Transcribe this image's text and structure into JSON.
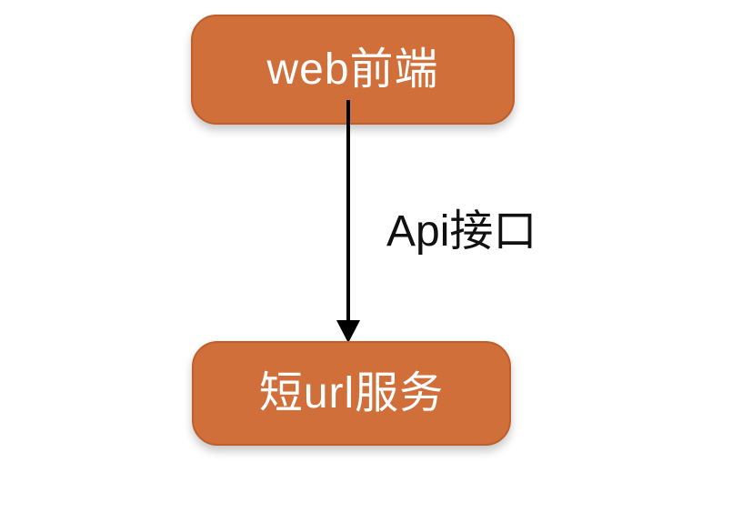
{
  "diagram": {
    "type": "flow-diagram",
    "direction": "top-to-bottom",
    "colors": {
      "background": "#ffffff",
      "node_fill": "#d06f3a",
      "node_border": "#c05e2b",
      "node_text": "#ffffff",
      "arrow": "#000000",
      "edge_label_text": "#111111"
    },
    "nodes": {
      "web_frontend": {
        "label": "web前端"
      },
      "short_url_service": {
        "label": "短url服务"
      }
    },
    "edges": {
      "frontend_to_service": {
        "from": "web_frontend",
        "to": "short_url_service",
        "label": "Api接口",
        "style": "solid-arrow"
      }
    }
  }
}
